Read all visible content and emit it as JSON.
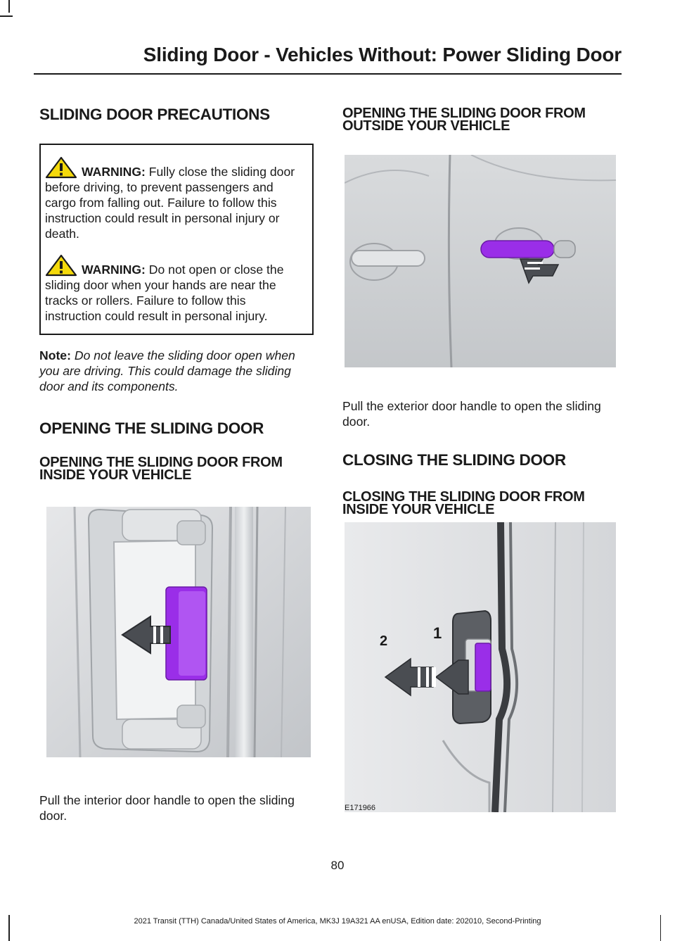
{
  "header": {
    "title": "Sliding Door - Vehicles Without: Power Sliding Door"
  },
  "left": {
    "section_precautions": "SLIDING DOOR PRECAUTIONS",
    "warnings": [
      {
        "label": "WARNING:",
        "text": " Fully close the sliding door before driving, to prevent passengers and cargo from falling out. Failure to follow this instruction could result in personal injury or death."
      },
      {
        "label": "WARNING:",
        "text": " Do not open or close the sliding door when your hands are near the tracks or rollers. Failure to follow this instruction could result in personal injury."
      }
    ],
    "note": {
      "label": "Note:",
      "text": " Do not leave the sliding door open when you are driving. This could damage the sliding door and its components."
    },
    "section_opening": "OPENING THE SLIDING DOOR",
    "sub_inside": "OPENING THE SLIDING DOOR FROM INSIDE YOUR VEHICLE",
    "caption_inside": "Pull the interior door handle to open the sliding door."
  },
  "right": {
    "sub_outside": "OPENING THE SLIDING DOOR FROM OUTSIDE YOUR VEHICLE",
    "caption_outside": "Pull the exterior door handle to open the sliding door.",
    "section_closing": "CLOSING THE SLIDING DOOR",
    "sub_closing_inside": "CLOSING THE SLIDING DOOR FROM INSIDE YOUR VEHICLE",
    "figure_callouts": [
      "1",
      "2"
    ],
    "figure_code": "E171966"
  },
  "page_number": "80",
  "footer": "2021 Transit (TTH) Canada/United States of America, MK3J 19A321 AA enUSA, Edition date: 202010, Second-Printing",
  "colors": {
    "highlight": "#9a2ee8",
    "arrow": "#4a4d52",
    "warning_yellow": "#f4d90b"
  },
  "icons": [
    "warning-triangle-icon"
  ]
}
